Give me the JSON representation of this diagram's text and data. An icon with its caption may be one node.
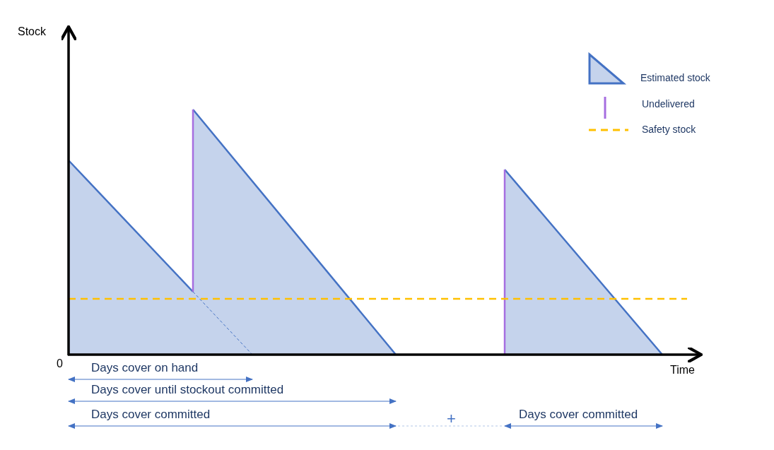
{
  "diagram": {
    "labels": [
      "Stock",
      "0",
      "Time",
      "Days cover on hand",
      "Days cover until stockout committed",
      "Days cover committed",
      "+",
      "Days cover committed"
    ],
    "legend": [
      {
        "text": "Estimated stock"
      },
      {
        "text": "Undelivered"
      },
      {
        "text": "Safety stock"
      }
    ]
  }
}
